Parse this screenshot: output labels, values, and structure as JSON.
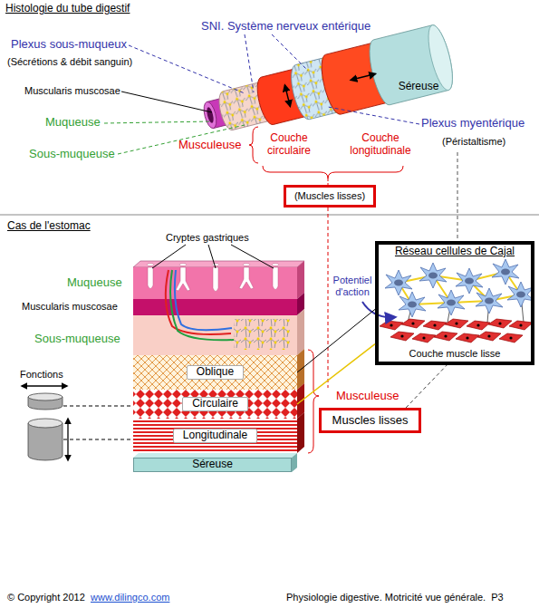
{
  "diagram": {
    "nodes": [
      {
        "text": [
          "Séreuse"
        ]
      },
      {
        "text": [
          "(Muscles lisses)"
        ]
      },
      {
        "text": [
          "Oblique"
        ]
      },
      {
        "text": [
          "Circulaire"
        ]
      },
      {
        "text": [
          "Longitudinale"
        ]
      },
      {
        "text": [
          "Séreuse"
        ]
      },
      {
        "text": [
          "Muscles lisses"
        ]
      },
      {
        "text": [
          "Réseau cellules de Cajal",
          "Couche muscle lisse"
        ]
      }
    ],
    "edges": [
      {
        "from": 2,
        "to": 7,
        "arrow": "none"
      },
      {
        "from": 3,
        "to": 7,
        "arrow": "none"
      },
      {
        "from": 6,
        "to": 7,
        "arrow": "none"
      }
    ],
    "labels": [
      "Histologie du tube digestif",
      "Plexus sous-muqueux",
      "(Sécrétions & débit sanguin)",
      "SNI. Système nerveux entérique",
      "Muscularis muscosae",
      "Muqueuse",
      "Sous-muqueuse",
      "Musculeuse",
      "Couche circulaire",
      "Couche longitudinale",
      "Plexus myentérique",
      "(Péristaltisme)",
      "Cas de l'estomac",
      "Cryptes gastriques",
      "Muqueuse",
      "Muscularis muscosae",
      "Sous-muqueuse",
      "Fonctions",
      "Musculeuse",
      "Potentiel d'action",
      "© Copyright 2012",
      "www.dilingco.com",
      "Physiologie digestive. Motricité vue générale.  P3"
    ]
  }
}
